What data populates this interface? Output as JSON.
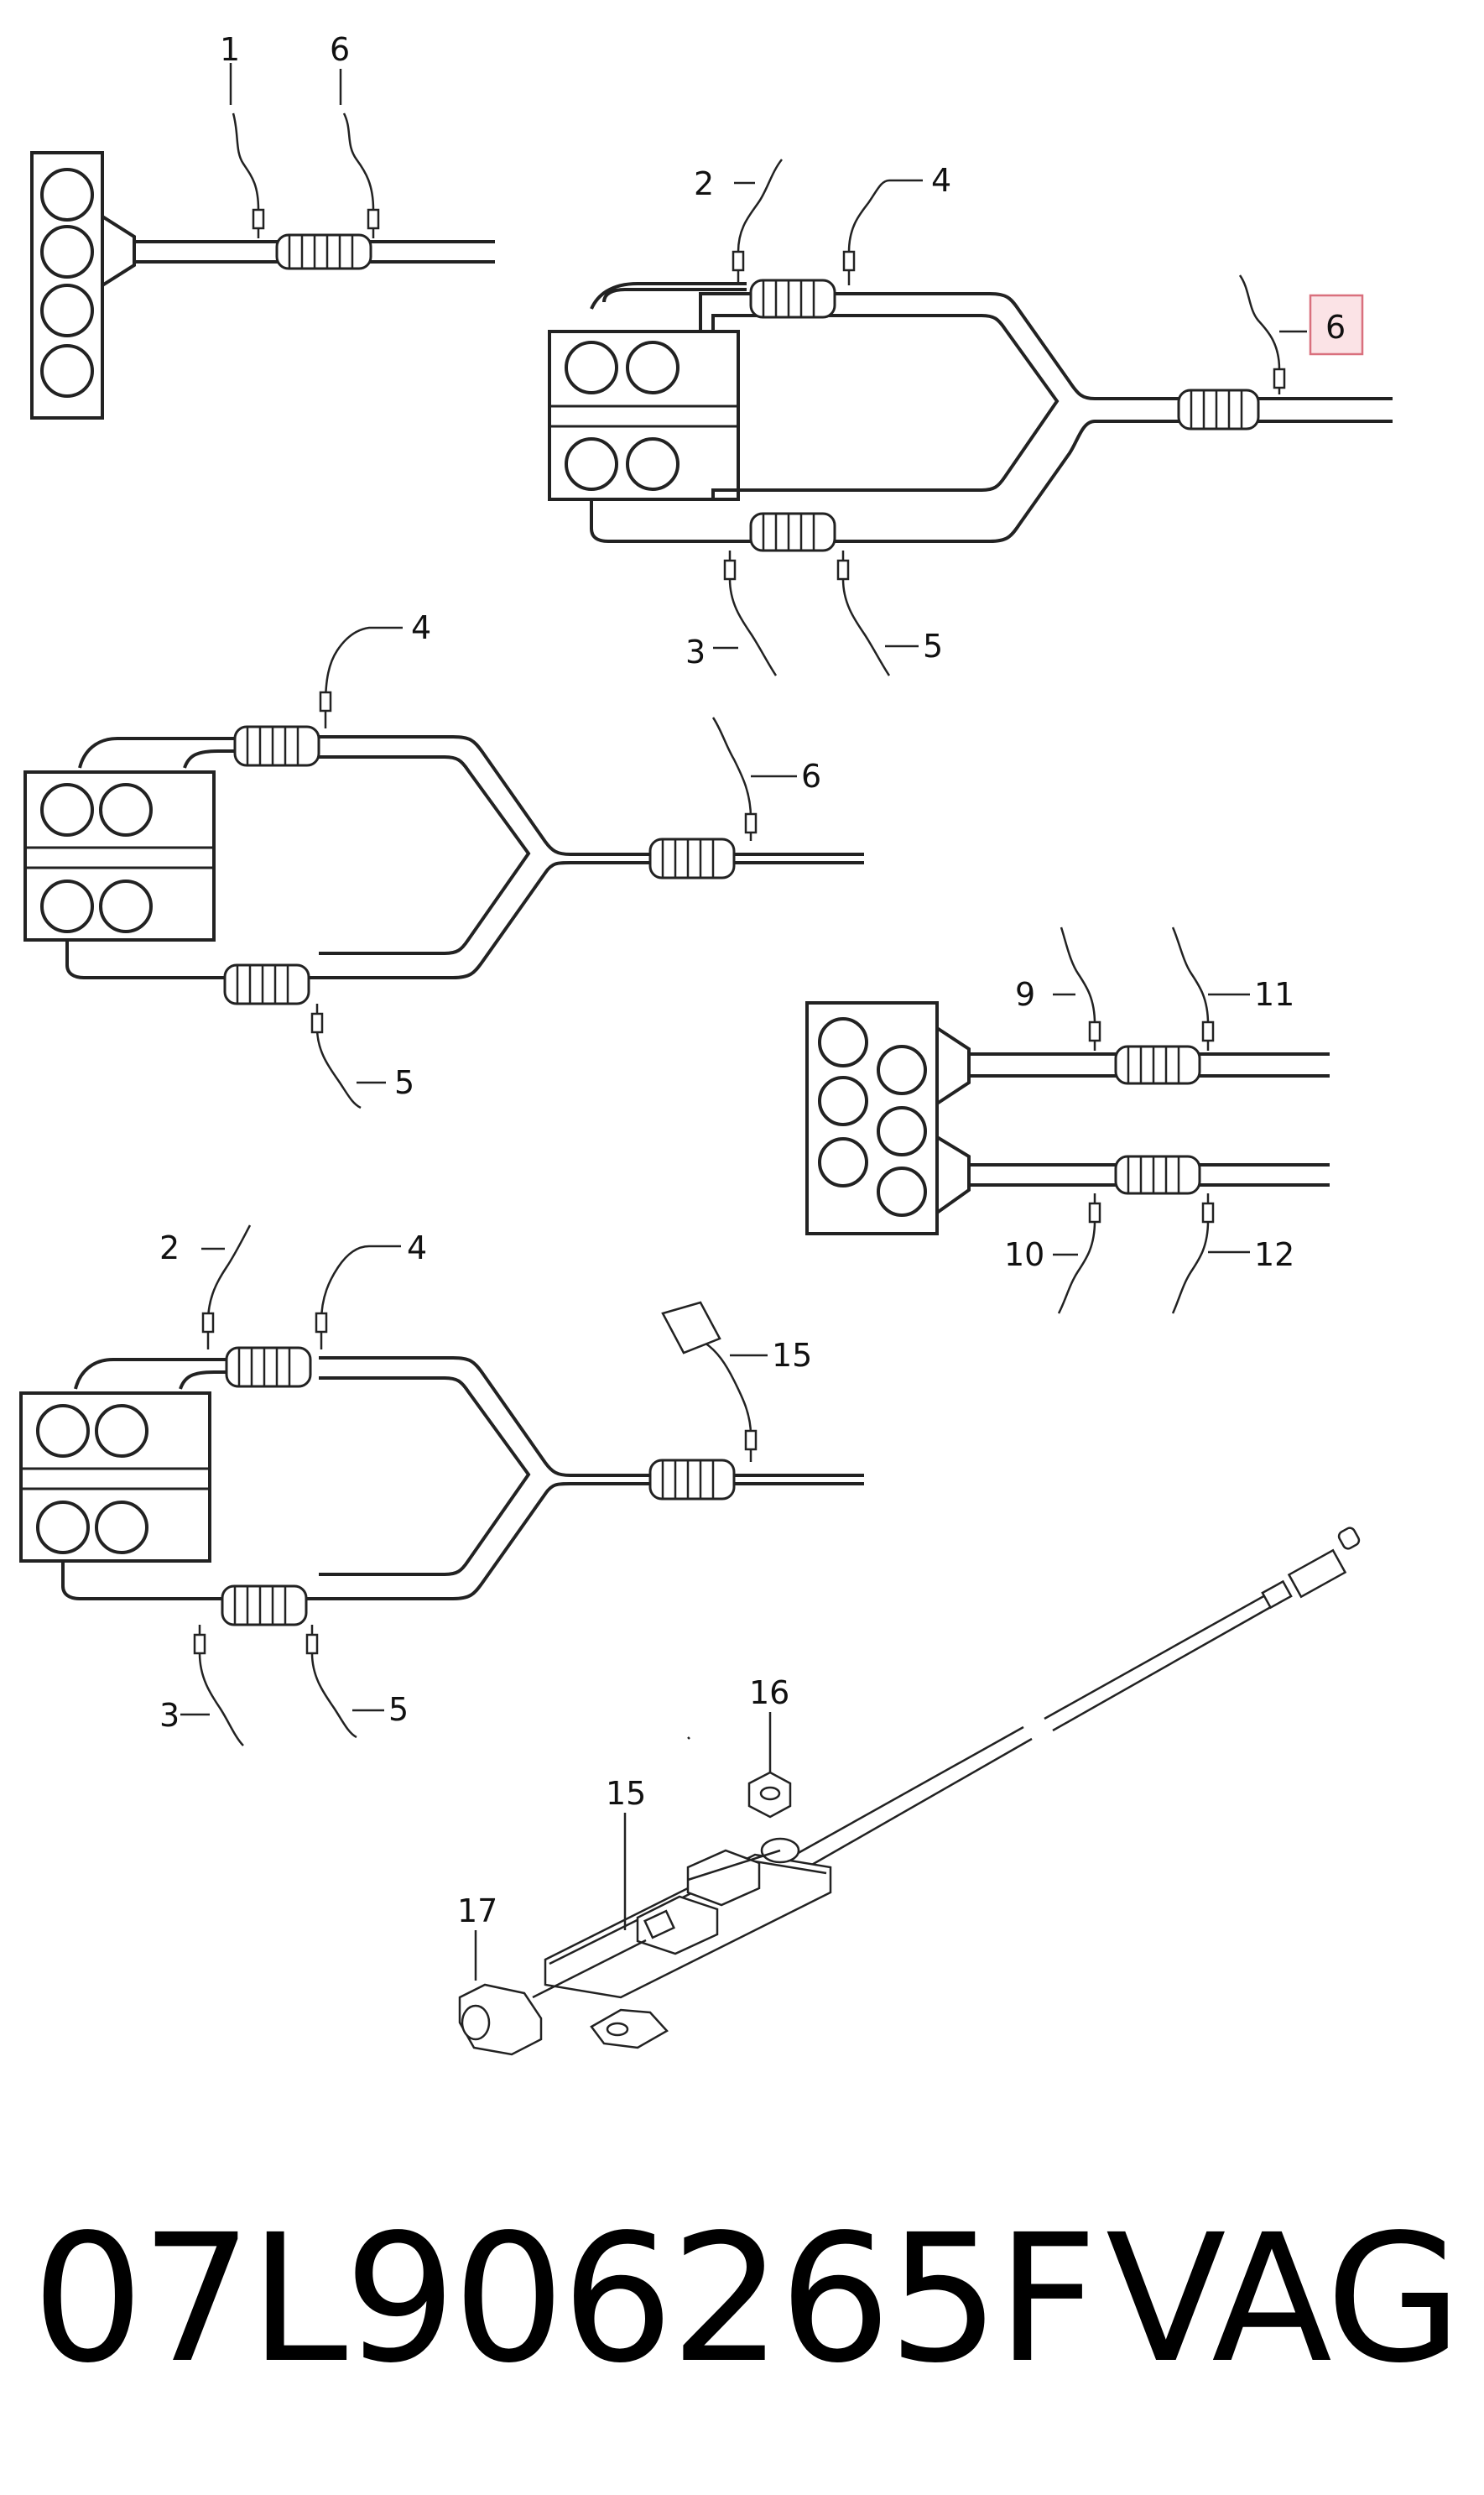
{
  "diagram": {
    "group1": {
      "callouts": [
        "1",
        "6"
      ]
    },
    "group2": {
      "callouts": [
        "2",
        "4",
        "6",
        "3",
        "5"
      ],
      "highlighted": "6",
      "highlight_color": "#d9707d"
    },
    "group3": {
      "callouts": [
        "4",
        "6",
        "5"
      ]
    },
    "group4": {
      "callouts": [
        "9",
        "11",
        "10",
        "12"
      ]
    },
    "group5": {
      "callouts": [
        "2",
        "4",
        "15",
        "3",
        "5"
      ]
    },
    "group6": {
      "callouts": [
        "16",
        "15",
        "17"
      ]
    }
  },
  "footer": {
    "part_number": "07L906265F",
    "brand": "VAG"
  }
}
